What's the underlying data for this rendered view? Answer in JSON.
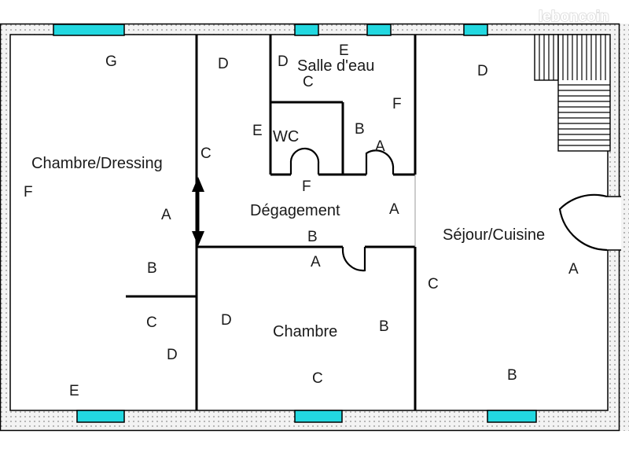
{
  "watermark": "leboncoin",
  "rooms": {
    "chambre_dressing": "Chambre/Dressing",
    "salle_deau": "Salle d'eau",
    "wc": "WC",
    "degagement": "Dégagement",
    "sejour_cuisine": "Séjour/Cuisine",
    "chambre": "Chambre"
  },
  "wall_letters": [
    "G",
    "F",
    "A",
    "B",
    "C",
    "D",
    "E",
    "D",
    "C",
    "D",
    "E",
    "C",
    "F",
    "B",
    "A",
    "E",
    "F",
    "A",
    "B",
    "A",
    "D",
    "C",
    "B",
    "C",
    "D",
    "A",
    "B"
  ],
  "colors": {
    "window": "#22d8e0",
    "wall_fill": "#ececec",
    "wall_line": "#000000",
    "dots": "#8a8a8a"
  }
}
